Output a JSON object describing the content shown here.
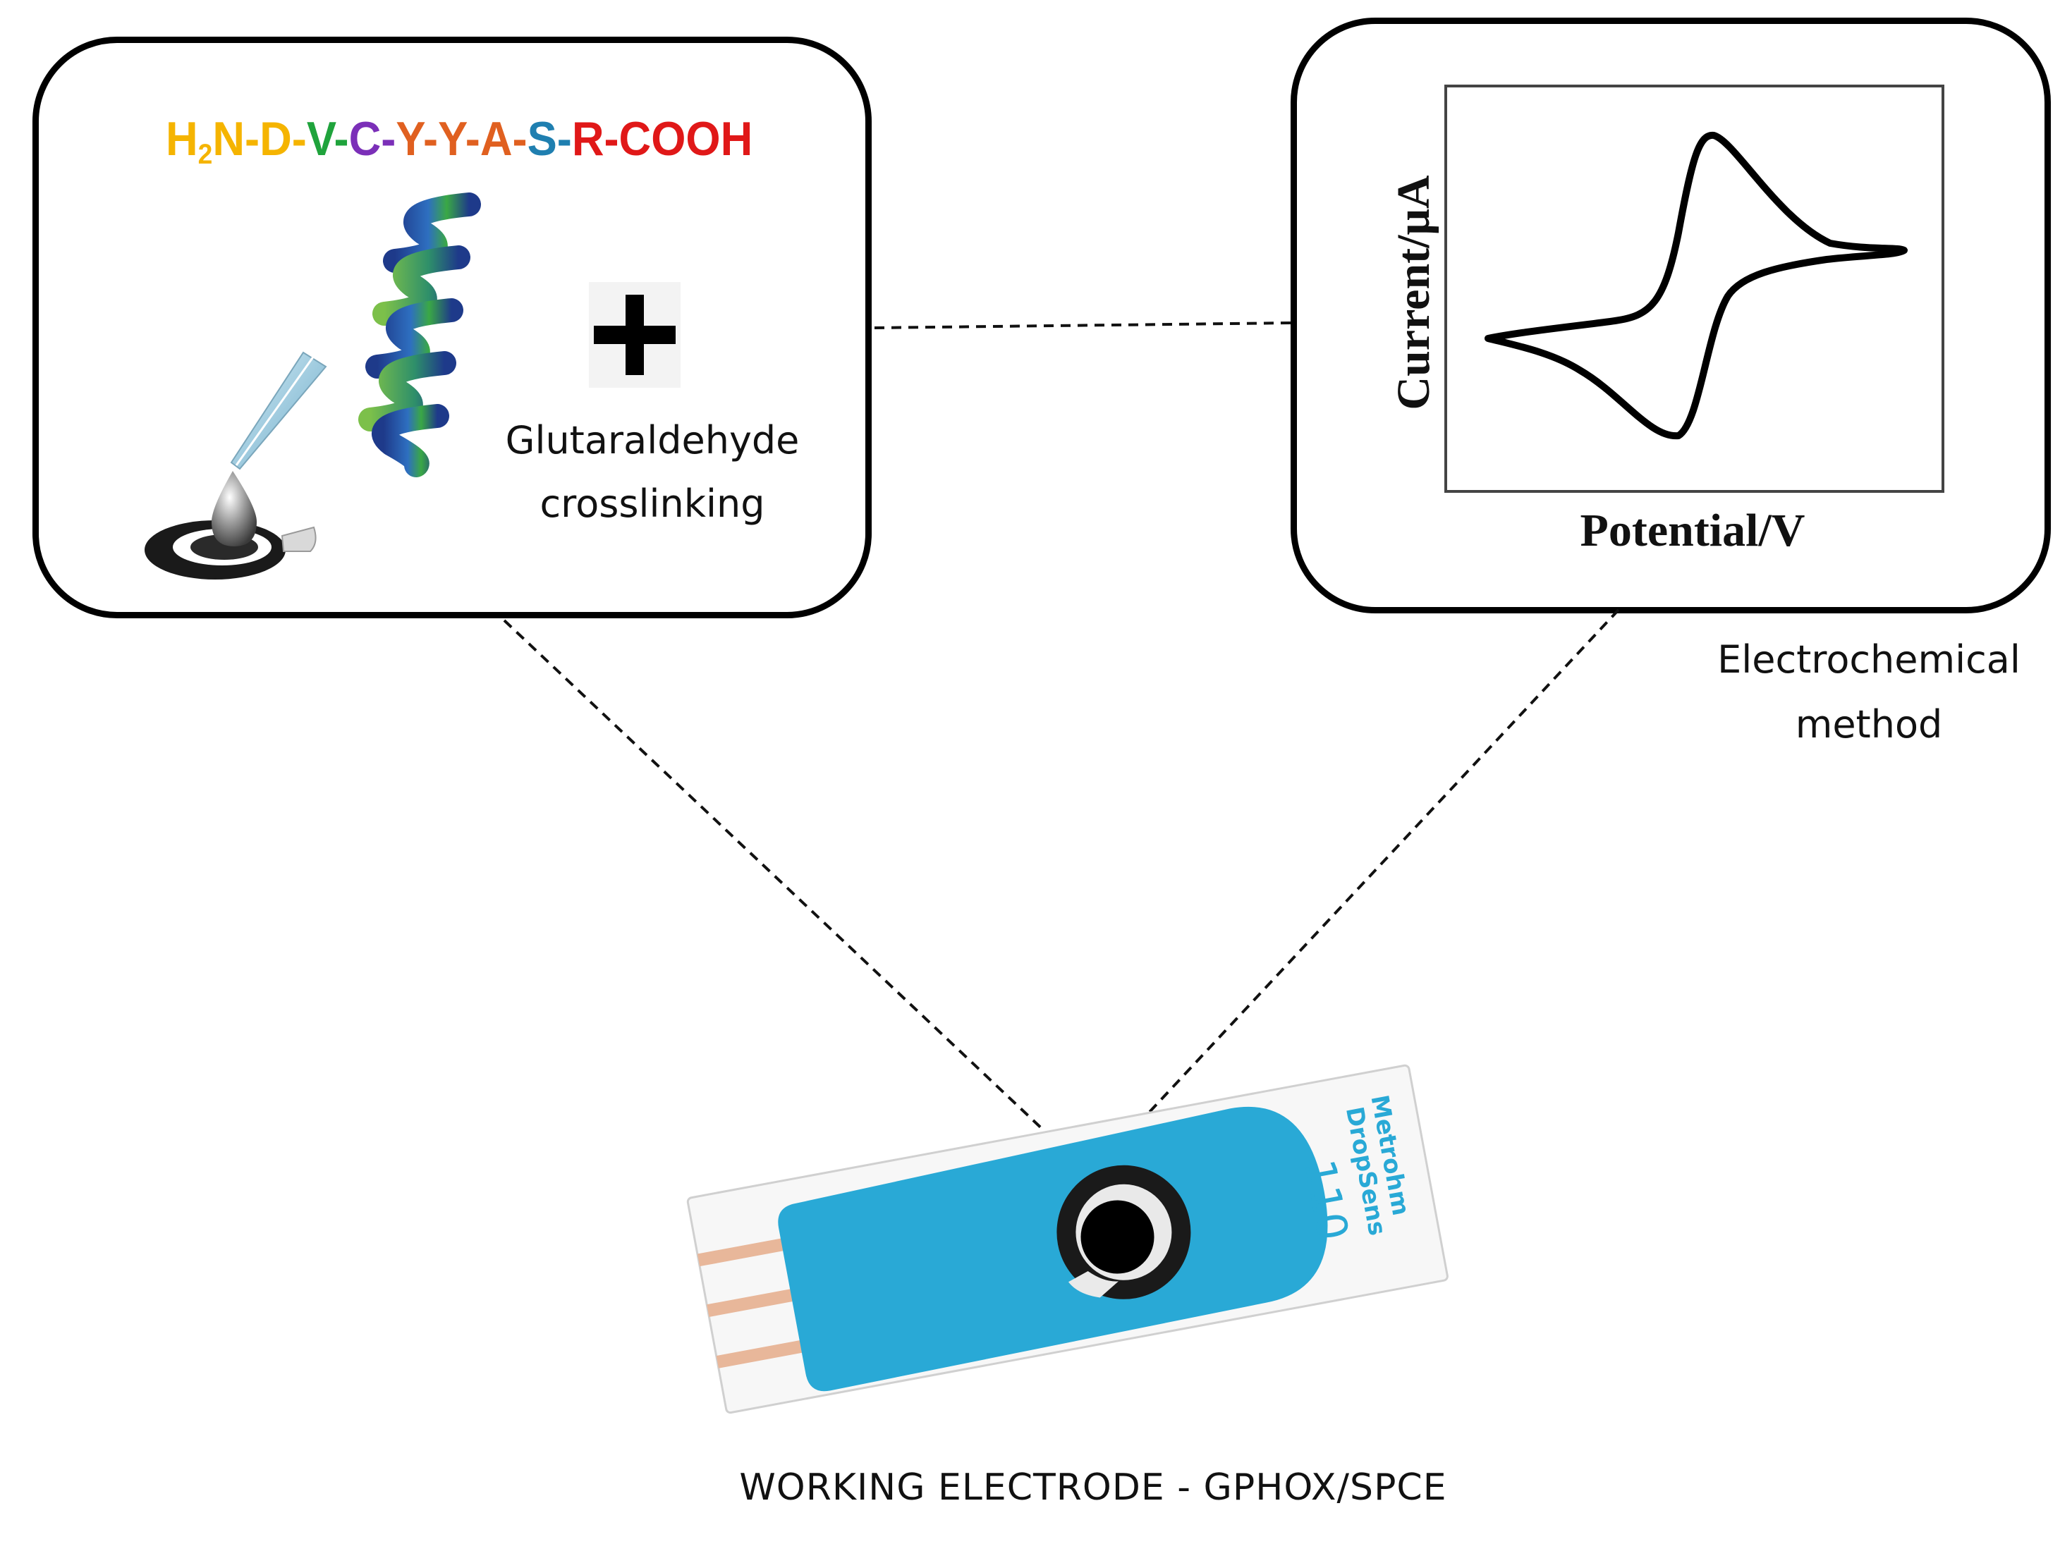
{
  "peptide": {
    "residues": [
      {
        "text": "H",
        "color": "#F5B400"
      },
      {
        "text": "2",
        "color": "#F5B400",
        "sub": true
      },
      {
        "text": "N-",
        "color": "#F5B400"
      },
      {
        "text": "D-",
        "color": "#F5B400"
      },
      {
        "text": "V-",
        "color": "#1FA33C"
      },
      {
        "text": "C-",
        "color": "#7B2FB8"
      },
      {
        "text": "Y-Y-",
        "color": "#E06020"
      },
      {
        "text": "A-",
        "color": "#E06020"
      },
      {
        "text": "S-",
        "color": "#1F7FB0"
      },
      {
        "text": "R-COOH",
        "color": "#E01818"
      }
    ]
  },
  "crosslink": {
    "plus_symbol": "+",
    "line1": "Glutaraldehyde",
    "line2": "crosslinking"
  },
  "voltammogram": {
    "xlabel": "Potential/V",
    "ylabel": "Current/μA"
  },
  "method": {
    "line1": "Electrochemical",
    "line2": "method"
  },
  "electrode": {
    "caption": "WORKING ELECTRODE - GPHOX/SPCE",
    "brand_line1": "Metrohm",
    "brand_line2": "DropSens",
    "model": "110"
  },
  "colors": {
    "electrode_blue": "#29A9D6",
    "helix_dark": "#1E3A8A",
    "helix_green": "#3AA845"
  }
}
